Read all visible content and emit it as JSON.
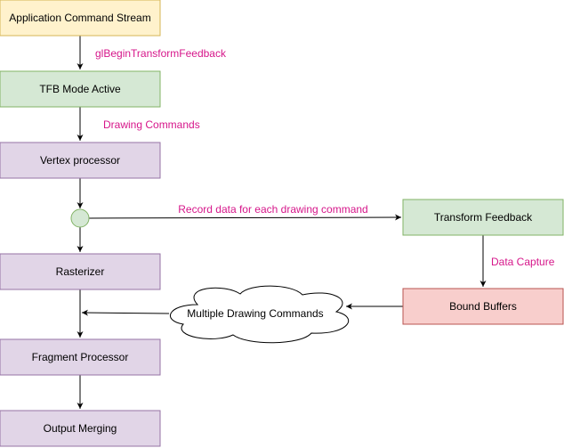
{
  "colors": {
    "yellow_fill": "#fff2cc",
    "yellow_stroke": "#d6b656",
    "green_fill": "#d5e8d4",
    "green_stroke": "#82b366",
    "purple_fill": "#e1d5e7",
    "purple_stroke": "#9673a6",
    "red_fill": "#f8cecc",
    "red_stroke": "#b85450",
    "edge": "#000000",
    "edge_label": "#d6168a"
  },
  "nodes": {
    "app_stream": "Application Command Stream",
    "tfb_mode": "TFB Mode Active",
    "vertex": "Vertex processor",
    "rasterizer": "Rasterizer",
    "fragment": "Fragment Processor",
    "output": "Output Merging",
    "transform_feedback": "Transform Feedback",
    "bound_buffers": "Bound Buffers",
    "cloud": "Multiple Drawing Commands"
  },
  "edges": {
    "begin_tfb": "glBeginTransformFeedback",
    "drawing_commands": "Drawing Commands",
    "record_data": "Record data for each drawing command",
    "data_capture": "Data Capture"
  }
}
